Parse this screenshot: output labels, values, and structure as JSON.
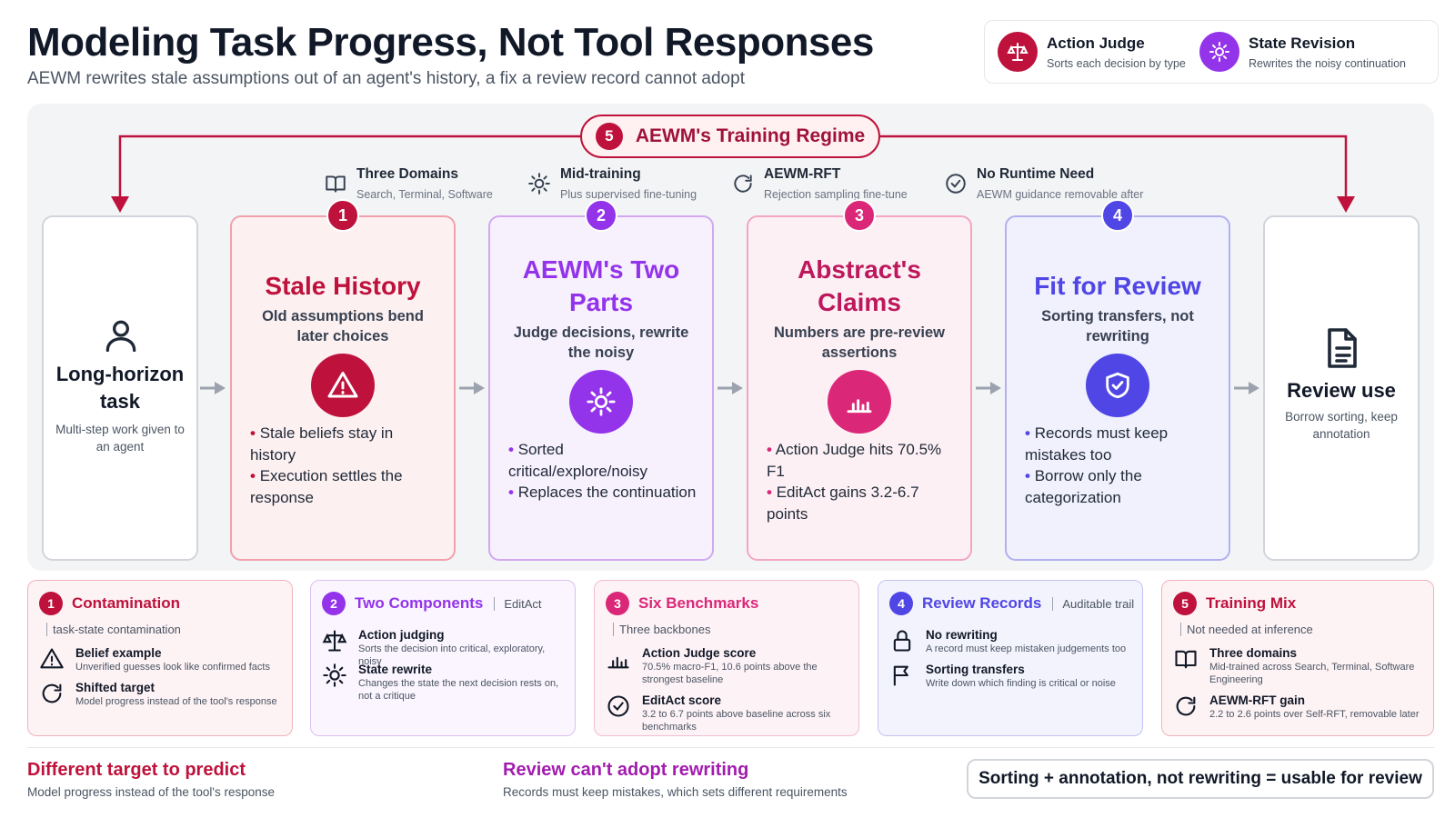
{
  "header": {
    "title": "Modeling Task Progress, Not Tool Responses",
    "subtitle": "AEWM rewrites stale assumptions out of an agent's history, a fix a review record cannot adopt"
  },
  "legend": [
    {
      "title": "Action Judge",
      "sub": "Sorts each decision by type",
      "color": "#be123c",
      "icon": "scale-icon"
    },
    {
      "title": "State Revision",
      "sub": "Rewrites the noisy continuation",
      "color": "#9333ea",
      "icon": "sun-icon"
    }
  ],
  "regime": {
    "num": "5",
    "label": "AEWM's Training Regime"
  },
  "features": [
    {
      "title": "Three Domains",
      "sub": "Search, Terminal, Software",
      "icon": "book-icon"
    },
    {
      "title": "Mid-training",
      "sub": "Plus supervised fine-tuning",
      "icon": "sun-icon"
    },
    {
      "title": "AEWM-RFT",
      "sub": "Rejection sampling fine-tune",
      "icon": "refresh-icon"
    },
    {
      "title": "No Runtime Need",
      "sub": "AEWM guidance removable after",
      "icon": "check-circle-icon"
    }
  ],
  "start": {
    "title": "Long-horizon task",
    "sub": "Multi-step work given to an agent",
    "icon": "user-icon"
  },
  "end": {
    "title": "Review use",
    "sub": "Borrow sorting, keep annotation",
    "icon": "document-icon"
  },
  "cards": [
    {
      "num": "1",
      "title": "Stale History",
      "sub": "Old assumptions bend later choices",
      "color": "#be123c",
      "icon": "warning-icon",
      "bullets": [
        "Stale beliefs stay in history",
        "Execution settles the response"
      ]
    },
    {
      "num": "2",
      "title": "AEWM's Two Parts",
      "sub": "Judge decisions, rewrite the noisy",
      "color": "#9333ea",
      "icon": "sun-icon",
      "bullets": [
        "Sorted critical/explore/noisy",
        "Replaces the continuation"
      ]
    },
    {
      "num": "3",
      "title": "Abstract's Claims",
      "sub": "Numbers are pre-review assertions",
      "color": "#db2777",
      "icon": "chart-icon",
      "bullets": [
        "Action Judge hits 70.5% F1",
        "EditAct gains 3.2-6.7 points"
      ]
    },
    {
      "num": "4",
      "title": "Fit for Review",
      "sub": "Sorting transfers, not rewriting",
      "color": "#4f46e5",
      "icon": "shield-check-icon",
      "bullets": [
        "Records must keep mistakes too",
        "Borrow only the categorization"
      ]
    }
  ],
  "bottom": [
    {
      "num": "1",
      "title": "Contamination",
      "tag": "",
      "line": "task-state contamination",
      "color": "#be123c",
      "items": [
        {
          "title": "Belief example",
          "sub": "Unverified guesses look like confirmed facts",
          "icon": "warning-icon"
        },
        {
          "title": "Shifted target",
          "sub": "Model progress instead of the tool's response",
          "icon": "refresh-icon"
        }
      ]
    },
    {
      "num": "2",
      "title": "Two Components",
      "tag": "EditAct",
      "line": "",
      "color": "#9333ea",
      "items": [
        {
          "title": "Action judging",
          "sub": "Sorts the decision into critical, exploratory, noisy",
          "icon": "scale-icon"
        },
        {
          "title": "State rewrite",
          "sub": "Changes the state the next decision rests on, not a critique",
          "icon": "sun-icon"
        }
      ]
    },
    {
      "num": "3",
      "title": "Six Benchmarks",
      "tag": "",
      "line": "Three backbones",
      "color": "#db2777",
      "items": [
        {
          "title": "Action Judge score",
          "sub": "70.5% macro-F1, 10.6 points above the strongest baseline",
          "icon": "chart-icon"
        },
        {
          "title": "EditAct score",
          "sub": "3.2 to 6.7 points above baseline across six benchmarks",
          "icon": "check-circle-icon"
        }
      ]
    },
    {
      "num": "4",
      "title": "Review Records",
      "tag": "Auditable trail",
      "line": "",
      "color": "#4f46e5",
      "items": [
        {
          "title": "No rewriting",
          "sub": "A record must keep mistaken judgements too",
          "icon": "lock-icon"
        },
        {
          "title": "Sorting transfers",
          "sub": "Write down which finding is critical or noise",
          "icon": "flag-icon"
        }
      ]
    },
    {
      "num": "5",
      "title": "Training Mix",
      "tag": "",
      "line": "Not needed at inference",
      "color": "#be123c",
      "items": [
        {
          "title": "Three domains",
          "sub": "Mid-trained across Search, Terminal, Software Engineering",
          "icon": "book-icon"
        },
        {
          "title": "AEWM-RFT gain",
          "sub": "2.2 to 2.6 points over Self-RFT, removable later",
          "icon": "refresh-icon"
        }
      ]
    }
  ],
  "footer": {
    "left_title": "Different target to predict",
    "left_sub": "Model progress instead of the tool's response",
    "mid_title": "Review can't adopt rewriting",
    "mid_sub": "Records must keep mistakes, which sets different requirements",
    "box": "Sorting + annotation, not rewriting = usable for review"
  }
}
